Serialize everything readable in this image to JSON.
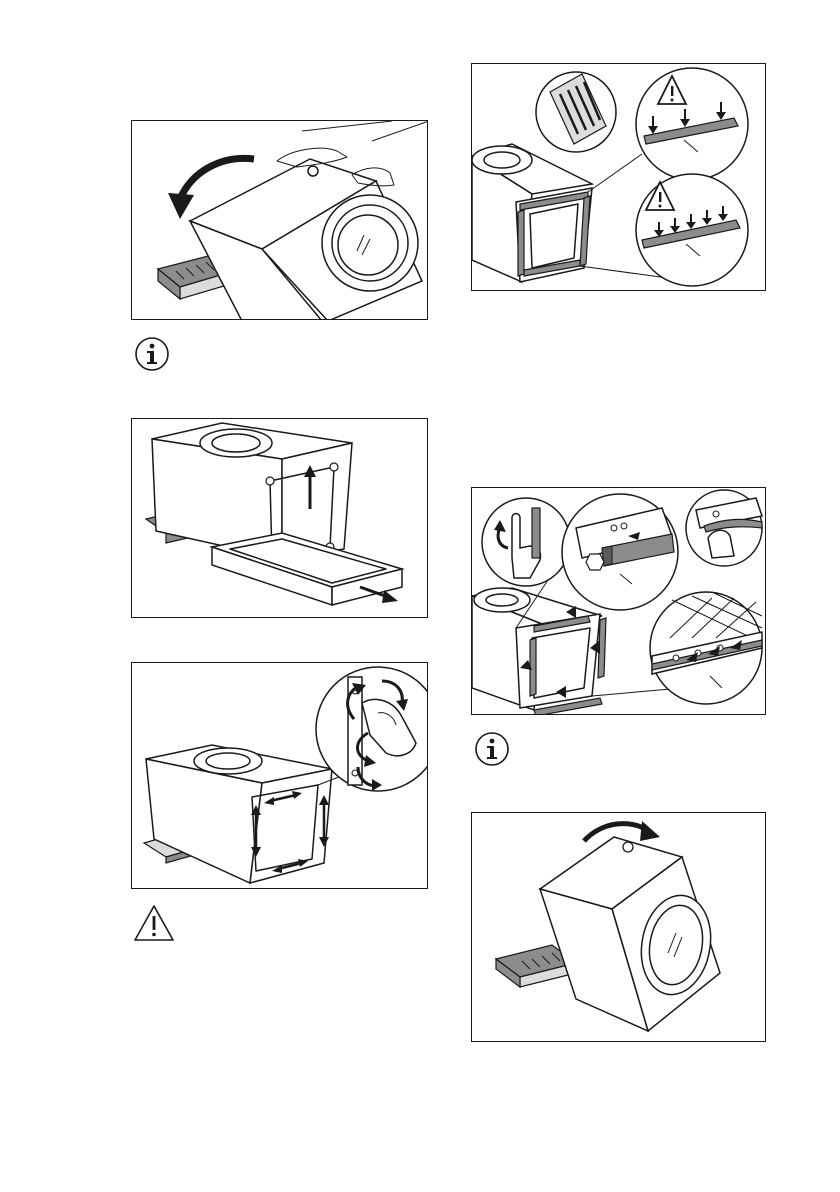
{
  "figures": [
    {
      "id": "fig-tilt-back",
      "icon": "tilt-washer-back-illustration"
    },
    {
      "id": "fig-remove-base",
      "icon": "remove-transport-base-illustration"
    },
    {
      "id": "fig-clean-frame",
      "icon": "clean-frame-illustration"
    },
    {
      "id": "fig-seal-strips",
      "icon": "seal-strip-warning-illustration"
    },
    {
      "id": "fig-apply-strips",
      "icon": "apply-seal-strips-illustration"
    },
    {
      "id": "fig-tilt-upright",
      "icon": "tilt-washer-upright-illustration"
    }
  ],
  "notes": [
    {
      "type": "info",
      "icon": "info-icon"
    },
    {
      "type": "warning",
      "icon": "warning-icon"
    },
    {
      "type": "info",
      "icon": "info-icon"
    }
  ],
  "colors": {
    "line": "#1a1a1a",
    "fill_dark": "#8c8c8c",
    "fill_light": "#dcdcdc"
  }
}
